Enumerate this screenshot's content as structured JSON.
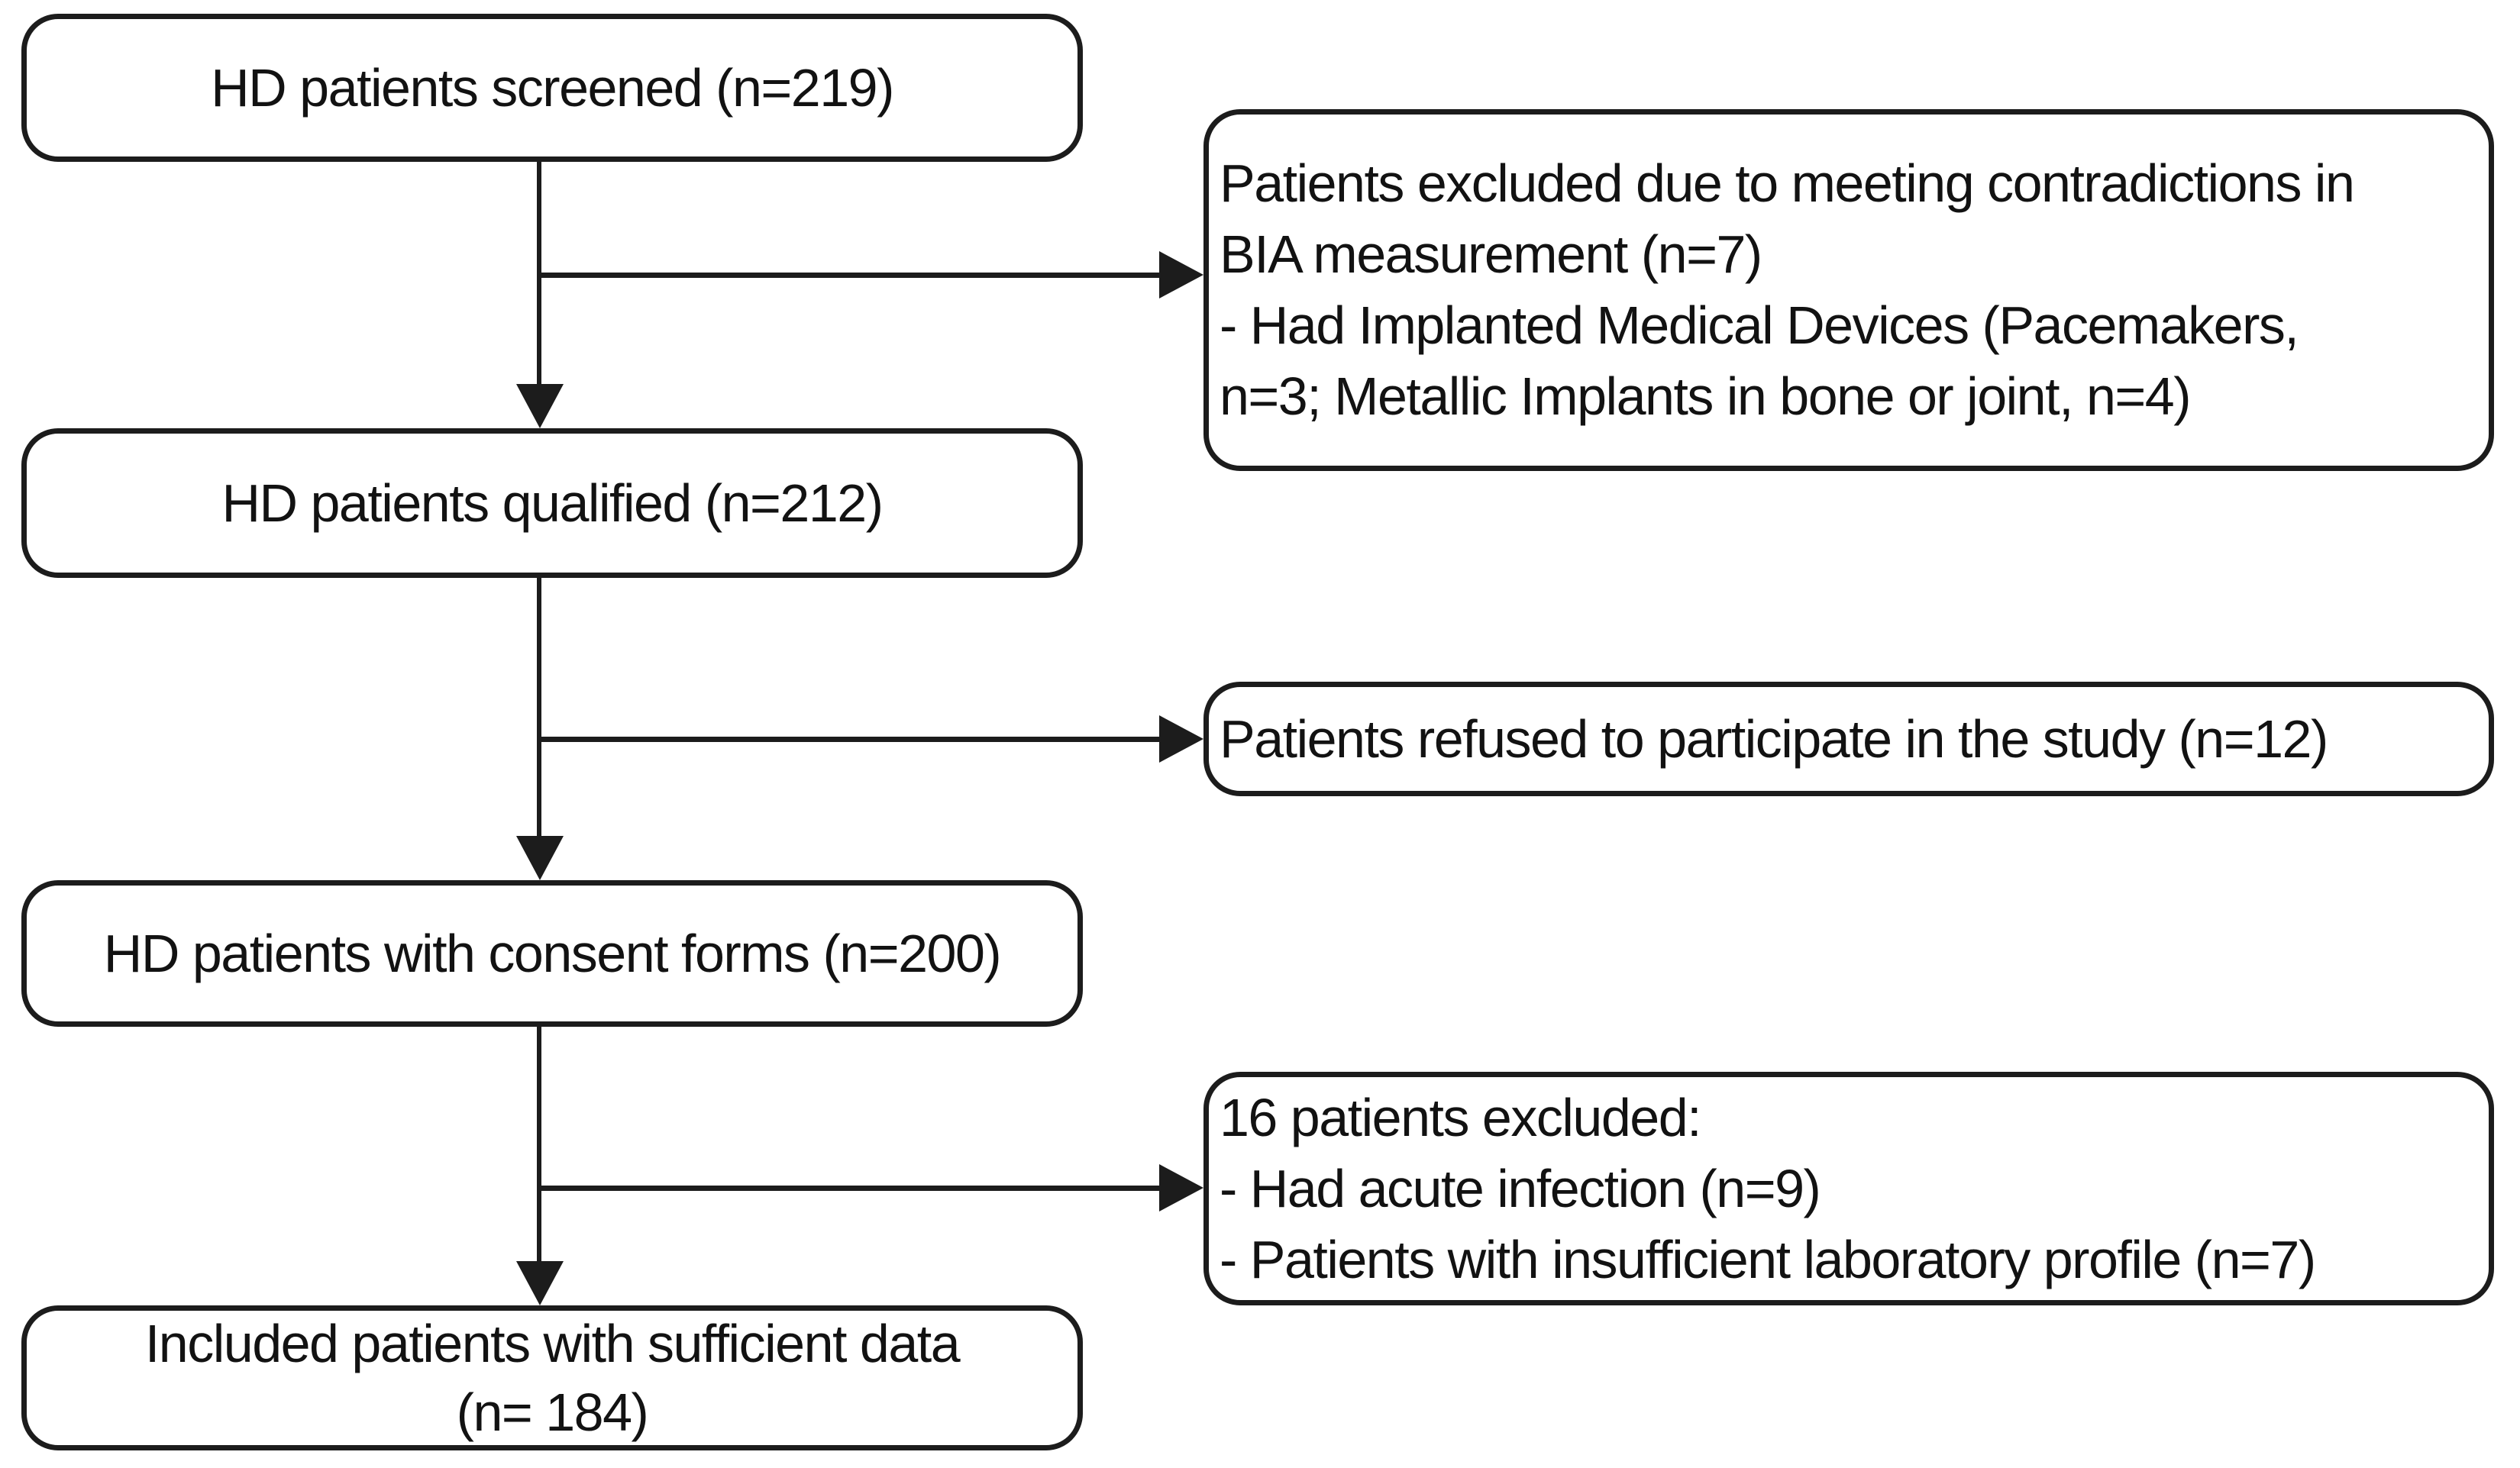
{
  "diagram": {
    "type": "flowchart",
    "background_color": "#ffffff",
    "line_color": "#1c1c1c",
    "text_color": "#121212"
  },
  "nodes": {
    "screened": {
      "label": "HD patients screened (n=219)",
      "n": 219
    },
    "excluded_bia": {
      "n": 7,
      "lines": [
        "Patients excluded due to meeting contradictions in",
        "BIA measurement (n=7)",
        "- Had Implanted Medical Devices (Pacemakers,",
        "n=3; Metallic Implants in bone or joint, n=4)"
      ]
    },
    "qualified": {
      "label": "HD patients qualified (n=212)",
      "n": 212
    },
    "refused": {
      "label": "Patients refused to participate in the study (n=12)",
      "n": 12
    },
    "consent": {
      "label": "HD patients with consent forms (n=200)",
      "n": 200
    },
    "excluded_lab": {
      "n": 16,
      "lines": [
        "16 patients excluded:",
        "- Had acute infection (n=9)",
        "- Patients with insufficient laboratory profile (n=7)"
      ]
    },
    "included": {
      "n": 184,
      "lines": [
        "Included patients with sufficient data",
        "(n= 184)"
      ]
    }
  }
}
